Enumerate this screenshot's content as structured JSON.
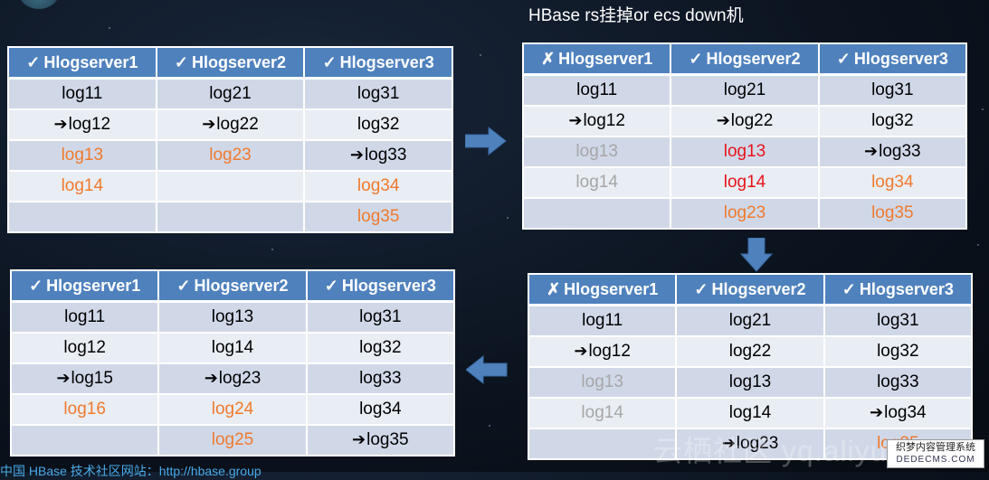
{
  "title": "HBase rs挂掉or ecs down机",
  "watermark": "云栖社区 yq.aliyun.com",
  "footer": "中国 HBase 技术社区网站：http://hbase.group",
  "badge": {
    "line1": "织梦内容管理系统",
    "line2": "DEDECMS.COM"
  },
  "colors": {
    "header": "#4f81bd",
    "row_odd": "#d0d8e8",
    "row_even": "#e9edf4",
    "orange": "#f07a2e",
    "red": "#e8141c",
    "gray": "#a6a6a6",
    "arrow": "#4f81bd"
  },
  "tables": [
    {
      "headers": [
        {
          "mark": "✓",
          "label": "Hlogserver1"
        },
        {
          "mark": "✓",
          "label": "Hlogserver2"
        },
        {
          "mark": "✓",
          "label": "Hlogserver3"
        }
      ],
      "rows": [
        [
          {
            "text": "log11",
            "color": "black",
            "ptr": false
          },
          {
            "text": "log21",
            "color": "black",
            "ptr": false
          },
          {
            "text": "log31",
            "color": "black",
            "ptr": false
          }
        ],
        [
          {
            "text": "log12",
            "color": "black",
            "ptr": true
          },
          {
            "text": "log22",
            "color": "black",
            "ptr": true
          },
          {
            "text": "log32",
            "color": "black",
            "ptr": false
          }
        ],
        [
          {
            "text": "log13",
            "color": "orange",
            "ptr": false
          },
          {
            "text": "log23",
            "color": "orange",
            "ptr": false
          },
          {
            "text": "log33",
            "color": "black",
            "ptr": true
          }
        ],
        [
          {
            "text": "log14",
            "color": "orange",
            "ptr": false
          },
          {
            "text": "",
            "color": "black",
            "ptr": false
          },
          {
            "text": "log34",
            "color": "orange",
            "ptr": false
          }
        ],
        [
          {
            "text": "",
            "color": "black",
            "ptr": false
          },
          {
            "text": "",
            "color": "black",
            "ptr": false
          },
          {
            "text": "log35",
            "color": "orange",
            "ptr": false
          }
        ]
      ]
    },
    {
      "headers": [
        {
          "mark": "✗",
          "label": "Hlogserver1"
        },
        {
          "mark": "✓",
          "label": "Hlogserver2"
        },
        {
          "mark": "✓",
          "label": "Hlogserver3"
        }
      ],
      "rows": [
        [
          {
            "text": "log11",
            "color": "black",
            "ptr": false
          },
          {
            "text": "log21",
            "color": "black",
            "ptr": false
          },
          {
            "text": "log31",
            "color": "black",
            "ptr": false
          }
        ],
        [
          {
            "text": "log12",
            "color": "black",
            "ptr": true
          },
          {
            "text": "log22",
            "color": "black",
            "ptr": true
          },
          {
            "text": "log32",
            "color": "black",
            "ptr": false
          }
        ],
        [
          {
            "text": "log13",
            "color": "gray",
            "ptr": false
          },
          {
            "text": "log13",
            "color": "red",
            "ptr": false
          },
          {
            "text": "log33",
            "color": "black",
            "ptr": true
          }
        ],
        [
          {
            "text": "log14",
            "color": "gray",
            "ptr": false
          },
          {
            "text": "log14",
            "color": "red",
            "ptr": false
          },
          {
            "text": "log34",
            "color": "orange",
            "ptr": false
          }
        ],
        [
          {
            "text": "",
            "color": "black",
            "ptr": false
          },
          {
            "text": "log23",
            "color": "orange",
            "ptr": false
          },
          {
            "text": "log35",
            "color": "orange",
            "ptr": false
          }
        ]
      ]
    },
    {
      "headers": [
        {
          "mark": "✗",
          "label": "Hlogserver1"
        },
        {
          "mark": "✓",
          "label": "Hlogserver2"
        },
        {
          "mark": "✓",
          "label": "Hlogserver3"
        }
      ],
      "rows": [
        [
          {
            "text": "log11",
            "color": "black",
            "ptr": false
          },
          {
            "text": "log21",
            "color": "black",
            "ptr": false
          },
          {
            "text": "log31",
            "color": "black",
            "ptr": false
          }
        ],
        [
          {
            "text": "log12",
            "color": "black",
            "ptr": true
          },
          {
            "text": "log22",
            "color": "black",
            "ptr": false
          },
          {
            "text": "log32",
            "color": "black",
            "ptr": false
          }
        ],
        [
          {
            "text": "log13",
            "color": "gray",
            "ptr": false
          },
          {
            "text": "log13",
            "color": "black",
            "ptr": false
          },
          {
            "text": "log33",
            "color": "black",
            "ptr": false
          }
        ],
        [
          {
            "text": "log14",
            "color": "gray",
            "ptr": false
          },
          {
            "text": "log14",
            "color": "black",
            "ptr": false
          },
          {
            "text": "log34",
            "color": "black",
            "ptr": true
          }
        ],
        [
          {
            "text": "",
            "color": "black",
            "ptr": false
          },
          {
            "text": "log23",
            "color": "black",
            "ptr": true
          },
          {
            "text": "log35",
            "color": "orange",
            "ptr": false
          }
        ]
      ]
    },
    {
      "headers": [
        {
          "mark": "✓",
          "label": "Hlogserver1"
        },
        {
          "mark": "✓",
          "label": "Hlogserver2"
        },
        {
          "mark": "✓",
          "label": "Hlogserver3"
        }
      ],
      "rows": [
        [
          {
            "text": "log11",
            "color": "black",
            "ptr": false
          },
          {
            "text": "log13",
            "color": "black",
            "ptr": false
          },
          {
            "text": "log31",
            "color": "black",
            "ptr": false
          }
        ],
        [
          {
            "text": "log12",
            "color": "black",
            "ptr": false
          },
          {
            "text": "log14",
            "color": "black",
            "ptr": false
          },
          {
            "text": "log32",
            "color": "black",
            "ptr": false
          }
        ],
        [
          {
            "text": "log15",
            "color": "black",
            "ptr": true
          },
          {
            "text": "log23",
            "color": "black",
            "ptr": true
          },
          {
            "text": "log33",
            "color": "black",
            "ptr": false
          }
        ],
        [
          {
            "text": "log16",
            "color": "orange",
            "ptr": false
          },
          {
            "text": "log24",
            "color": "orange",
            "ptr": false
          },
          {
            "text": "log34",
            "color": "black",
            "ptr": false
          }
        ],
        [
          {
            "text": "",
            "color": "black",
            "ptr": false
          },
          {
            "text": "log25",
            "color": "orange",
            "ptr": false
          },
          {
            "text": "log35",
            "color": "black",
            "ptr": true
          }
        ]
      ]
    }
  ]
}
